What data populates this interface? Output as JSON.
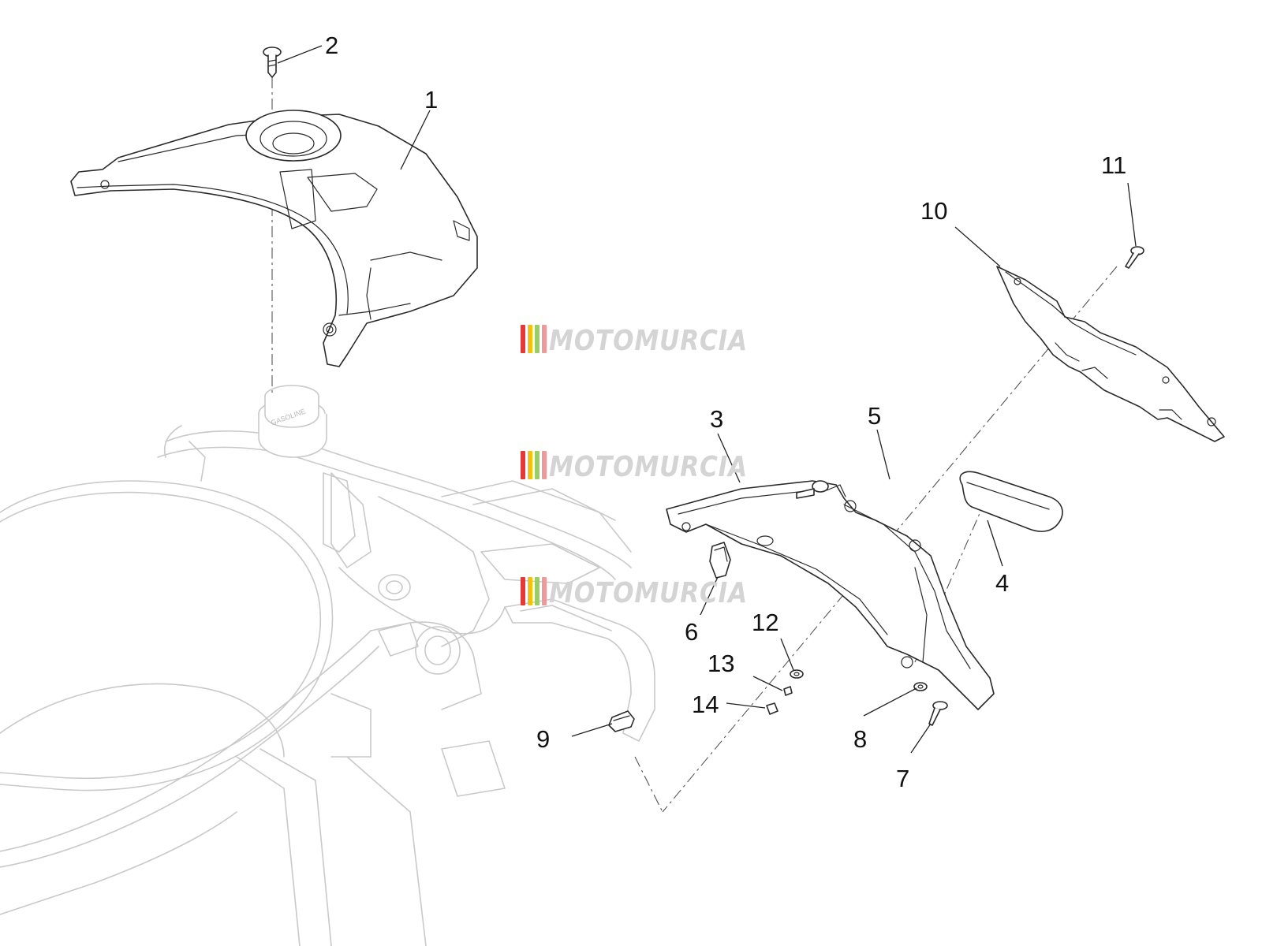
{
  "watermark": {
    "text": "MOTOMURCIA",
    "stripe_colors": [
      "#e53935",
      "#f4c20d",
      "#9ccc65",
      "#ef9a9a"
    ]
  },
  "callouts": {
    "c1": "1",
    "c2": "2",
    "c3": "3",
    "c4": "4",
    "c5": "5",
    "c6": "6",
    "c7": "7",
    "c8": "8",
    "c9": "9",
    "c10": "10",
    "c11": "11",
    "c12": "12",
    "c13": "13",
    "c14": "14"
  },
  "decals": {
    "fuel_cap_text": "GASOLINE"
  }
}
